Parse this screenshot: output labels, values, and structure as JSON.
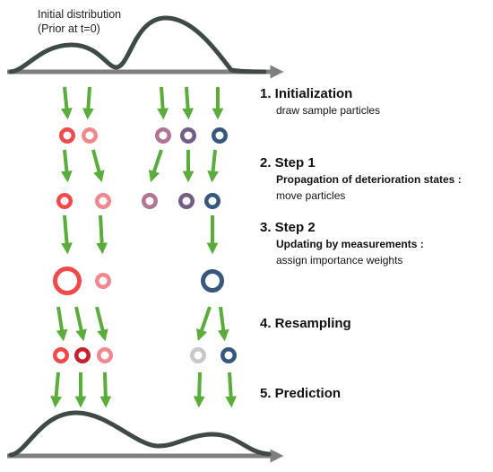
{
  "initial_label": {
    "line1": "Initial distribution",
    "line2": "(Prior at t=0)"
  },
  "steps": [
    {
      "heading": "1.  Initialization",
      "bold_line": "",
      "line": "draw sample particles"
    },
    {
      "heading": "2. Step 1",
      "bold_line": "Propagation of deterioration states :",
      "line": "move particles"
    },
    {
      "heading": "3. Step 2",
      "bold_line": "Updating by measurements :",
      "line": "assign importance weights"
    },
    {
      "heading": "4. Resampling",
      "bold_line": "",
      "line": ""
    },
    {
      "heading": "5. Prediction",
      "bold_line": "",
      "line": ""
    }
  ],
  "colors": {
    "curve": "#3f4a45",
    "axis": "#7f7f7f",
    "arrow": "#5aac3c",
    "particle_red": "#f04a4a",
    "particle_pink": "#f08890",
    "particle_mauve": "#b07494",
    "particle_purple": "#735e85",
    "particle_navy": "#37577c",
    "particle_darkred": "#c4202e",
    "particle_grey": "#c8c8c8"
  }
}
